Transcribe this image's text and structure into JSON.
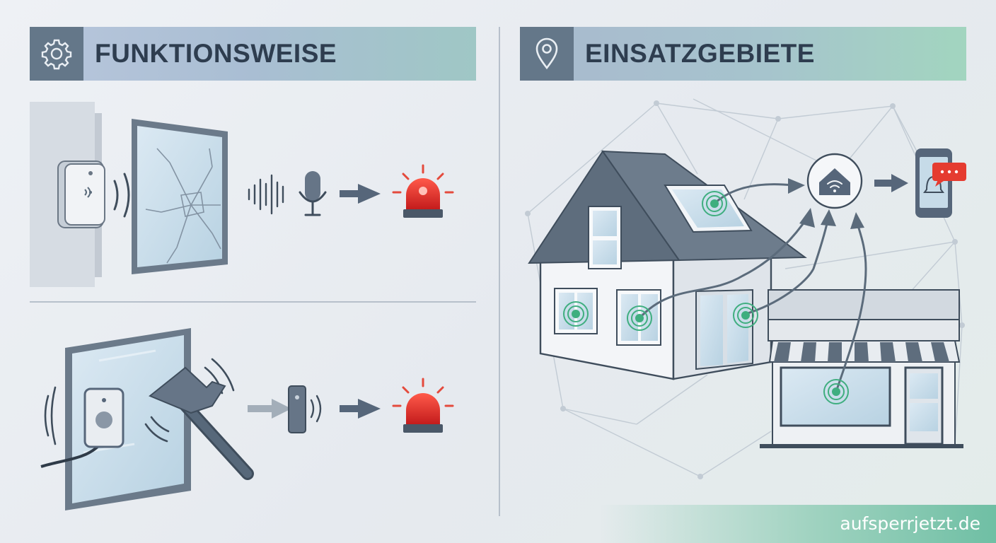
{
  "sections": {
    "left": {
      "title": "FUNKTIONSWEISE",
      "icon": "gear-icon"
    },
    "right": {
      "title": "EINSATZGEBIETE",
      "icon": "location-pin-icon"
    }
  },
  "footer": {
    "brand": "aufsperrjetzt.de"
  },
  "colors": {
    "header_icon_bg": "#647789",
    "title_text": "#2e3d4f",
    "alarm_red": "#d92b2b",
    "signal_green": "#3fae7f",
    "line_gray": "#5b6b7b"
  }
}
